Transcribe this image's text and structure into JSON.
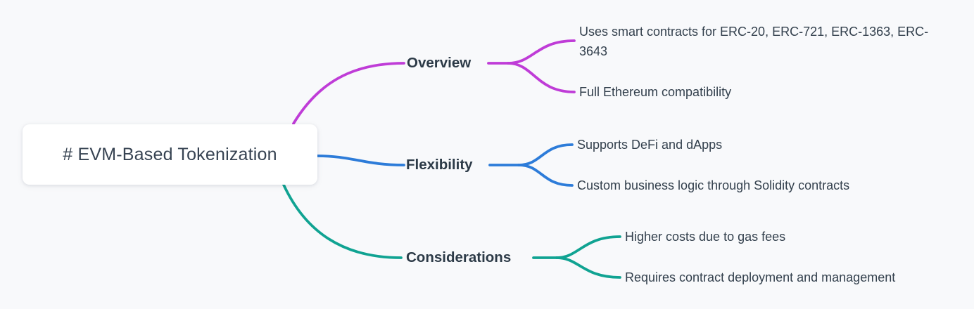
{
  "background": "#f8f9fb",
  "root": {
    "label": "# EVM-Based Tokenization"
  },
  "branches": [
    {
      "label": "Overview",
      "color": "#bf3cd7",
      "children": [
        {
          "label": "Uses smart contracts for ERC-20, ERC-721, ERC-1363, ERC-3643"
        },
        {
          "label": "Full Ethereum compatibility"
        }
      ]
    },
    {
      "label": "Flexibility",
      "color": "#2d7cd9",
      "children": [
        {
          "label": "Supports DeFi and dApps"
        },
        {
          "label": "Custom business logic through Solidity contracts"
        }
      ]
    },
    {
      "label": "Considerations",
      "color": "#10a392",
      "children": [
        {
          "label": "Higher costs due to gas fees"
        },
        {
          "label": "Requires contract deployment and management"
        }
      ]
    }
  ]
}
